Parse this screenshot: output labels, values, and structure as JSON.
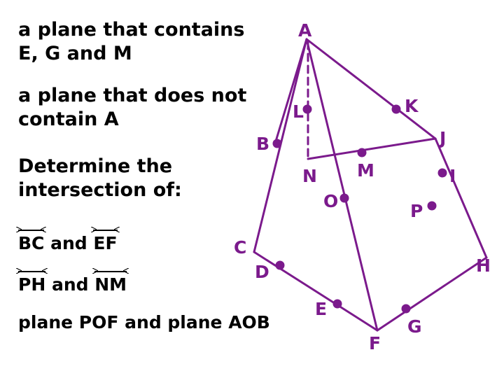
{
  "questions": {
    "plane_contains_line1": "a plane that contains",
    "plane_contains_line2": "E, G and M",
    "plane_not_line1": "a plane that does not",
    "plane_not_line2": "contain A",
    "determine_line1": "Determine the",
    "determine_line2": "intersection of:"
  },
  "items": {
    "bc": "BC",
    "ef": "EF",
    "and1": " and ",
    "ph": "PH",
    "nm": "NM",
    "and2": " and ",
    "planes": "plane POF and plane AOB"
  },
  "diagram": {
    "stroke_color": "#7b1a8c",
    "label_color": "#7b1a8c",
    "points": {
      "A": "A",
      "B": "B",
      "C": "C",
      "D": "D",
      "E": "E",
      "F": "F",
      "G": "G",
      "H": "H",
      "I": "I",
      "J": "J",
      "K": "K",
      "L": "L",
      "M": "M",
      "N": "N",
      "O": "O",
      "P": "P"
    }
  }
}
